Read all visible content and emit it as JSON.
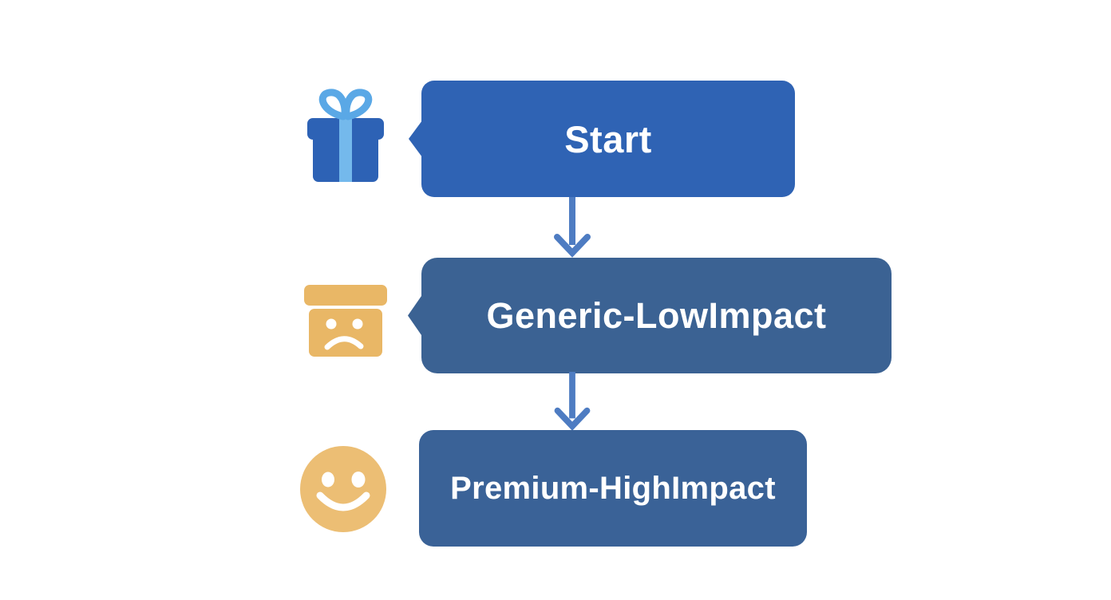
{
  "diagram": {
    "title": "gift tier flowchart",
    "background": "#ffffff",
    "nodes": [
      {
        "id": "start",
        "label": "Start",
        "fill": "#2f63b4",
        "icon": "gift-icon",
        "has_left_tail": true
      },
      {
        "id": "generic",
        "label": "Generic-LowImpact",
        "fill": "#3b6293",
        "icon": "sad-box-icon",
        "has_left_tail": true
      },
      {
        "id": "premium",
        "label": "Premium-HighImpact",
        "fill": "#3a6297",
        "icon": "smiley-face-icon",
        "has_left_tail": false
      }
    ],
    "connectors": [
      {
        "from": "start",
        "to": "generic",
        "style": "vertical-arrow"
      },
      {
        "from": "generic",
        "to": "premium",
        "style": "vertical-arrow"
      }
    ],
    "colors": {
      "arrow": "#4e7cc2",
      "node_text": "#ffffff",
      "gift_box_blue": "#2d62b5",
      "gift_ribbon_light_blue": "#74b9ec",
      "gift_bow_blue": "#5aa8e6",
      "sad_box_tan": "#e9b766",
      "smiley_tan": "#ecbe74",
      "face_features_white": "#ffffff"
    }
  }
}
